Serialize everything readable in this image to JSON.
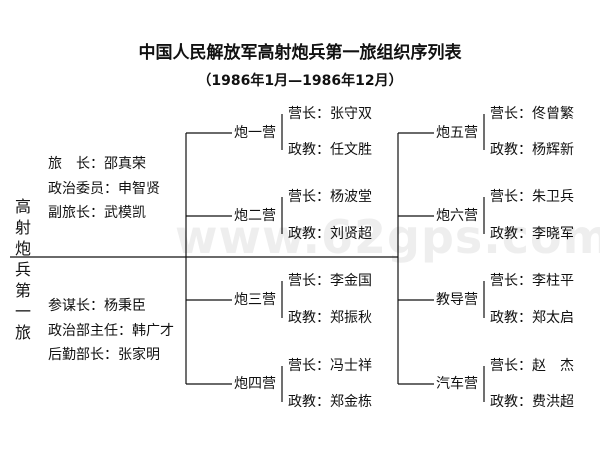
{
  "header": {
    "title": "中国人民解放军高射炮兵第一旅组织序列表",
    "subtitle": "（1986年1月—1986年12月）"
  },
  "brigade": {
    "name_vertical": [
      "高",
      "射",
      "炮",
      "兵",
      "第",
      "一",
      "旅"
    ],
    "leaders": [
      "旅　长：邵真荣",
      "政治委员：申智贤",
      "副旅长：武模凯"
    ],
    "staff": [
      "参谋长：杨秉臣",
      "政治部主任：韩广才",
      "后勤部长：张家明"
    ]
  },
  "battalions_left": [
    {
      "name": "炮一营",
      "commander": "营长：张守双",
      "instructor": "政教：任文胜"
    },
    {
      "name": "炮二营",
      "commander": "营长：杨波堂",
      "instructor": "政教：刘贤超"
    },
    {
      "name": "炮三营",
      "commander": "营长：李金国",
      "instructor": "政教：郑振秋"
    },
    {
      "name": "炮四营",
      "commander": "营长：冯士祥",
      "instructor": "政教：郑金栋"
    }
  ],
  "battalions_right": [
    {
      "name": "炮五营",
      "commander": "营长：佟曾繁",
      "instructor": "政教：杨辉新"
    },
    {
      "name": "炮六营",
      "commander": "营长：朱卫兵",
      "instructor": "政教：李晓军"
    },
    {
      "name": "教导营",
      "commander": "营长：李柱平",
      "instructor": "政教：郑太启"
    },
    {
      "name": "汽车营",
      "commander": "营长：赵　杰",
      "instructor": "政教：费洪超"
    }
  ],
  "watermark": "www.62gps.com"
}
